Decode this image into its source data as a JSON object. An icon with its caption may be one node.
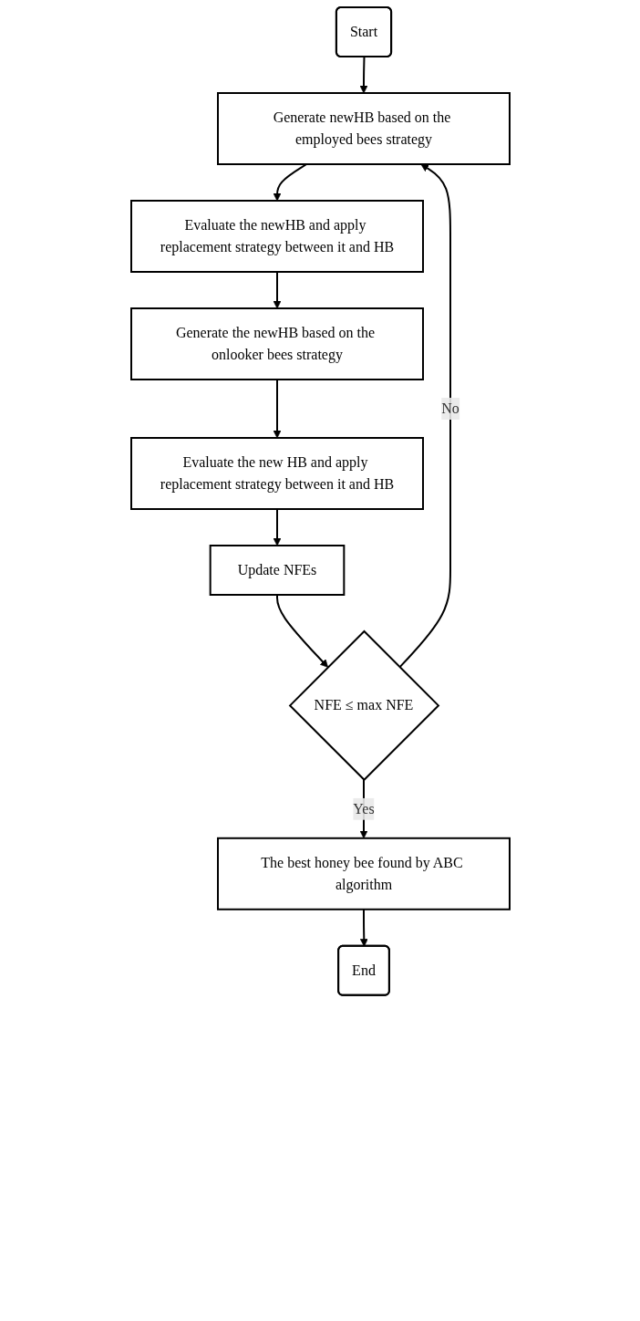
{
  "diagram": {
    "nodes": [
      {
        "text": [
          "Start"
        ]
      },
      {
        "text": [
          "Generate newHB based on the employed bees strategy"
        ]
      },
      {
        "text": [
          "Evaluate the newHB and apply replacement strategy between it and HB"
        ]
      },
      {
        "text": [
          "Generate the newHB based on the onlooker bees strategy"
        ]
      },
      {
        "text": [
          "Evaluate the new HB and apply replacement strategy between it and HB"
        ]
      },
      {
        "text": [
          "Update NFEs"
        ]
      },
      {
        "text": [
          "NFE ≤ max NFE"
        ]
      },
      {
        "text": [
          "The best honey bee found by ABC algorithm"
        ]
      },
      {
        "text": [
          "End"
        ]
      }
    ],
    "edges": [
      {
        "from": 0,
        "to": 1,
        "arrow": "to"
      },
      {
        "from": 1,
        "to": 2,
        "arrow": "to"
      },
      {
        "from": 2,
        "to": 3,
        "arrow": "to"
      },
      {
        "from": 3,
        "to": 4,
        "arrow": "to"
      },
      {
        "from": 4,
        "to": 5,
        "arrow": "to"
      },
      {
        "from": 5,
        "to": 6,
        "arrow": "to"
      },
      {
        "from": 6,
        "to": 1,
        "label": "No",
        "arrow": "to"
      },
      {
        "from": 6,
        "to": 7,
        "label": "Yes",
        "arrow": "to"
      },
      {
        "from": 7,
        "to": 8,
        "arrow": "to"
      }
    ]
  }
}
